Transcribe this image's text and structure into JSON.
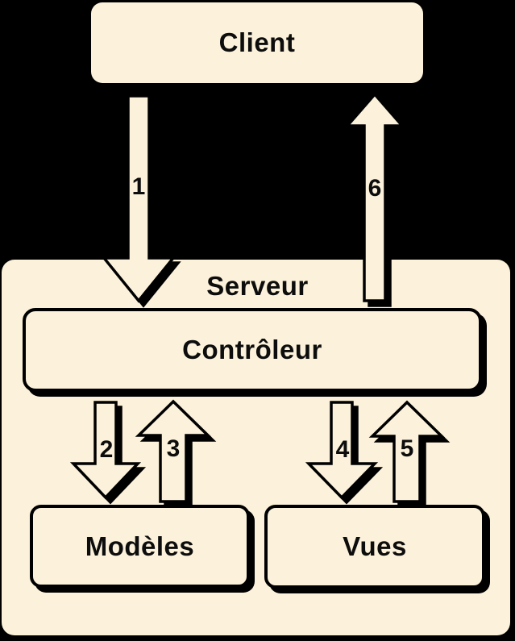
{
  "diagram": {
    "title": "MVC client-server flow diagram",
    "colors": {
      "background": "#000000",
      "box_fill": "#FCF2DB",
      "outline": "#000000",
      "text": "#0d0d0d"
    },
    "nodes": {
      "client": {
        "label": "Client"
      },
      "server": {
        "label": "Serveur"
      },
      "controller": {
        "label": "Contrôleur"
      },
      "models": {
        "label": "Modèles"
      },
      "views": {
        "label": "Vues"
      }
    },
    "arrows": [
      {
        "label": "1",
        "direction": "down",
        "from": "client",
        "to": "controller"
      },
      {
        "label": "2",
        "direction": "down",
        "from": "controller",
        "to": "models"
      },
      {
        "label": "3",
        "direction": "up",
        "from": "models",
        "to": "controller"
      },
      {
        "label": "4",
        "direction": "down",
        "from": "controller",
        "to": "views"
      },
      {
        "label": "5",
        "direction": "up",
        "from": "views",
        "to": "controller"
      },
      {
        "label": "6",
        "direction": "up",
        "from": "controller",
        "to": "client"
      }
    ]
  }
}
